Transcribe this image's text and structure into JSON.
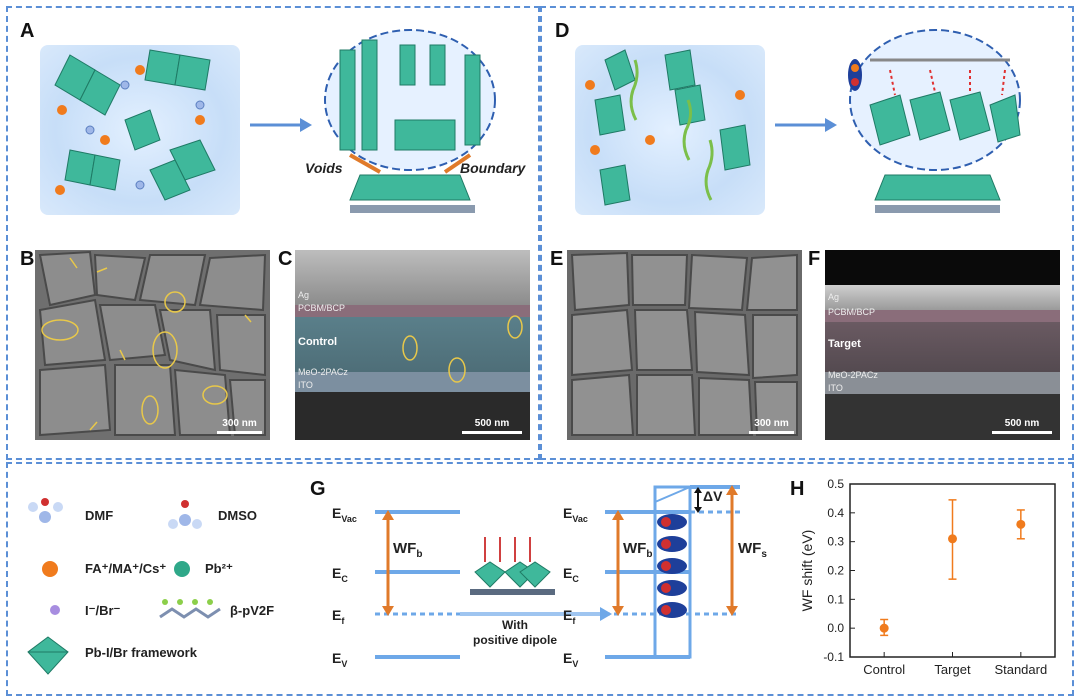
{
  "panels": {
    "A": {
      "label": "A",
      "voids": "Voids",
      "boundary": "Boundary"
    },
    "B": {
      "label": "B",
      "scale": "300 nm"
    },
    "C": {
      "label": "C",
      "scale": "500 nm",
      "layers": [
        "Ag",
        "PCBM/BCP",
        "Control",
        "MeO-2PACz",
        "ITO"
      ]
    },
    "D": {
      "label": "D"
    },
    "E": {
      "label": "E",
      "scale": "300 nm"
    },
    "F": {
      "label": "F",
      "scale": "500 nm",
      "layers": [
        "Ag",
        "PCBM/BCP",
        "Target",
        "MeO-2PACz",
        "ITO"
      ]
    },
    "G": {
      "label": "G",
      "evac": "E",
      "evac_sub": "Vac",
      "ec": "E",
      "ec_sub": "C",
      "ef": "E",
      "ef_sub": "f",
      "ev": "E",
      "ev_sub": "V",
      "wfb": "WF",
      "wfb_sub": "b",
      "wfs": "WF",
      "wfs_sub": "s",
      "delta_v": "ΔV",
      "with_line1": "With",
      "with_line2": "positive dipole"
    },
    "H": {
      "label": "H"
    }
  },
  "legend": {
    "dmf": "DMF",
    "dmso": "DMSO",
    "cation": "FA⁺/MA⁺/Cs⁺",
    "pb": "Pb²⁺",
    "halide": "I⁻/Br⁻",
    "polymer": "β-pV2F",
    "framework": "Pb-I/Br framework"
  },
  "colors": {
    "frame": "#5b8fd6",
    "octahedron": "#3fb89b",
    "orange": "#f07b1d",
    "arrow": "#e07a2a",
    "band": "#6ea8e8"
  },
  "chart_data": {
    "type": "scatter",
    "categories": [
      "Control",
      "Target",
      "Standard"
    ],
    "values": [
      0.0,
      0.31,
      0.36
    ],
    "error_low": [
      0.025,
      0.14,
      0.05
    ],
    "error_high": [
      0.03,
      0.135,
      0.05
    ],
    "ylabel": "WF shift (eV)",
    "ylim": [
      -0.1,
      0.5
    ],
    "yticks": [
      "-0.1",
      "0.0",
      "0.1",
      "0.2",
      "0.3",
      "0.4",
      "0.5"
    ],
    "marker_color": "#f07b1d"
  }
}
